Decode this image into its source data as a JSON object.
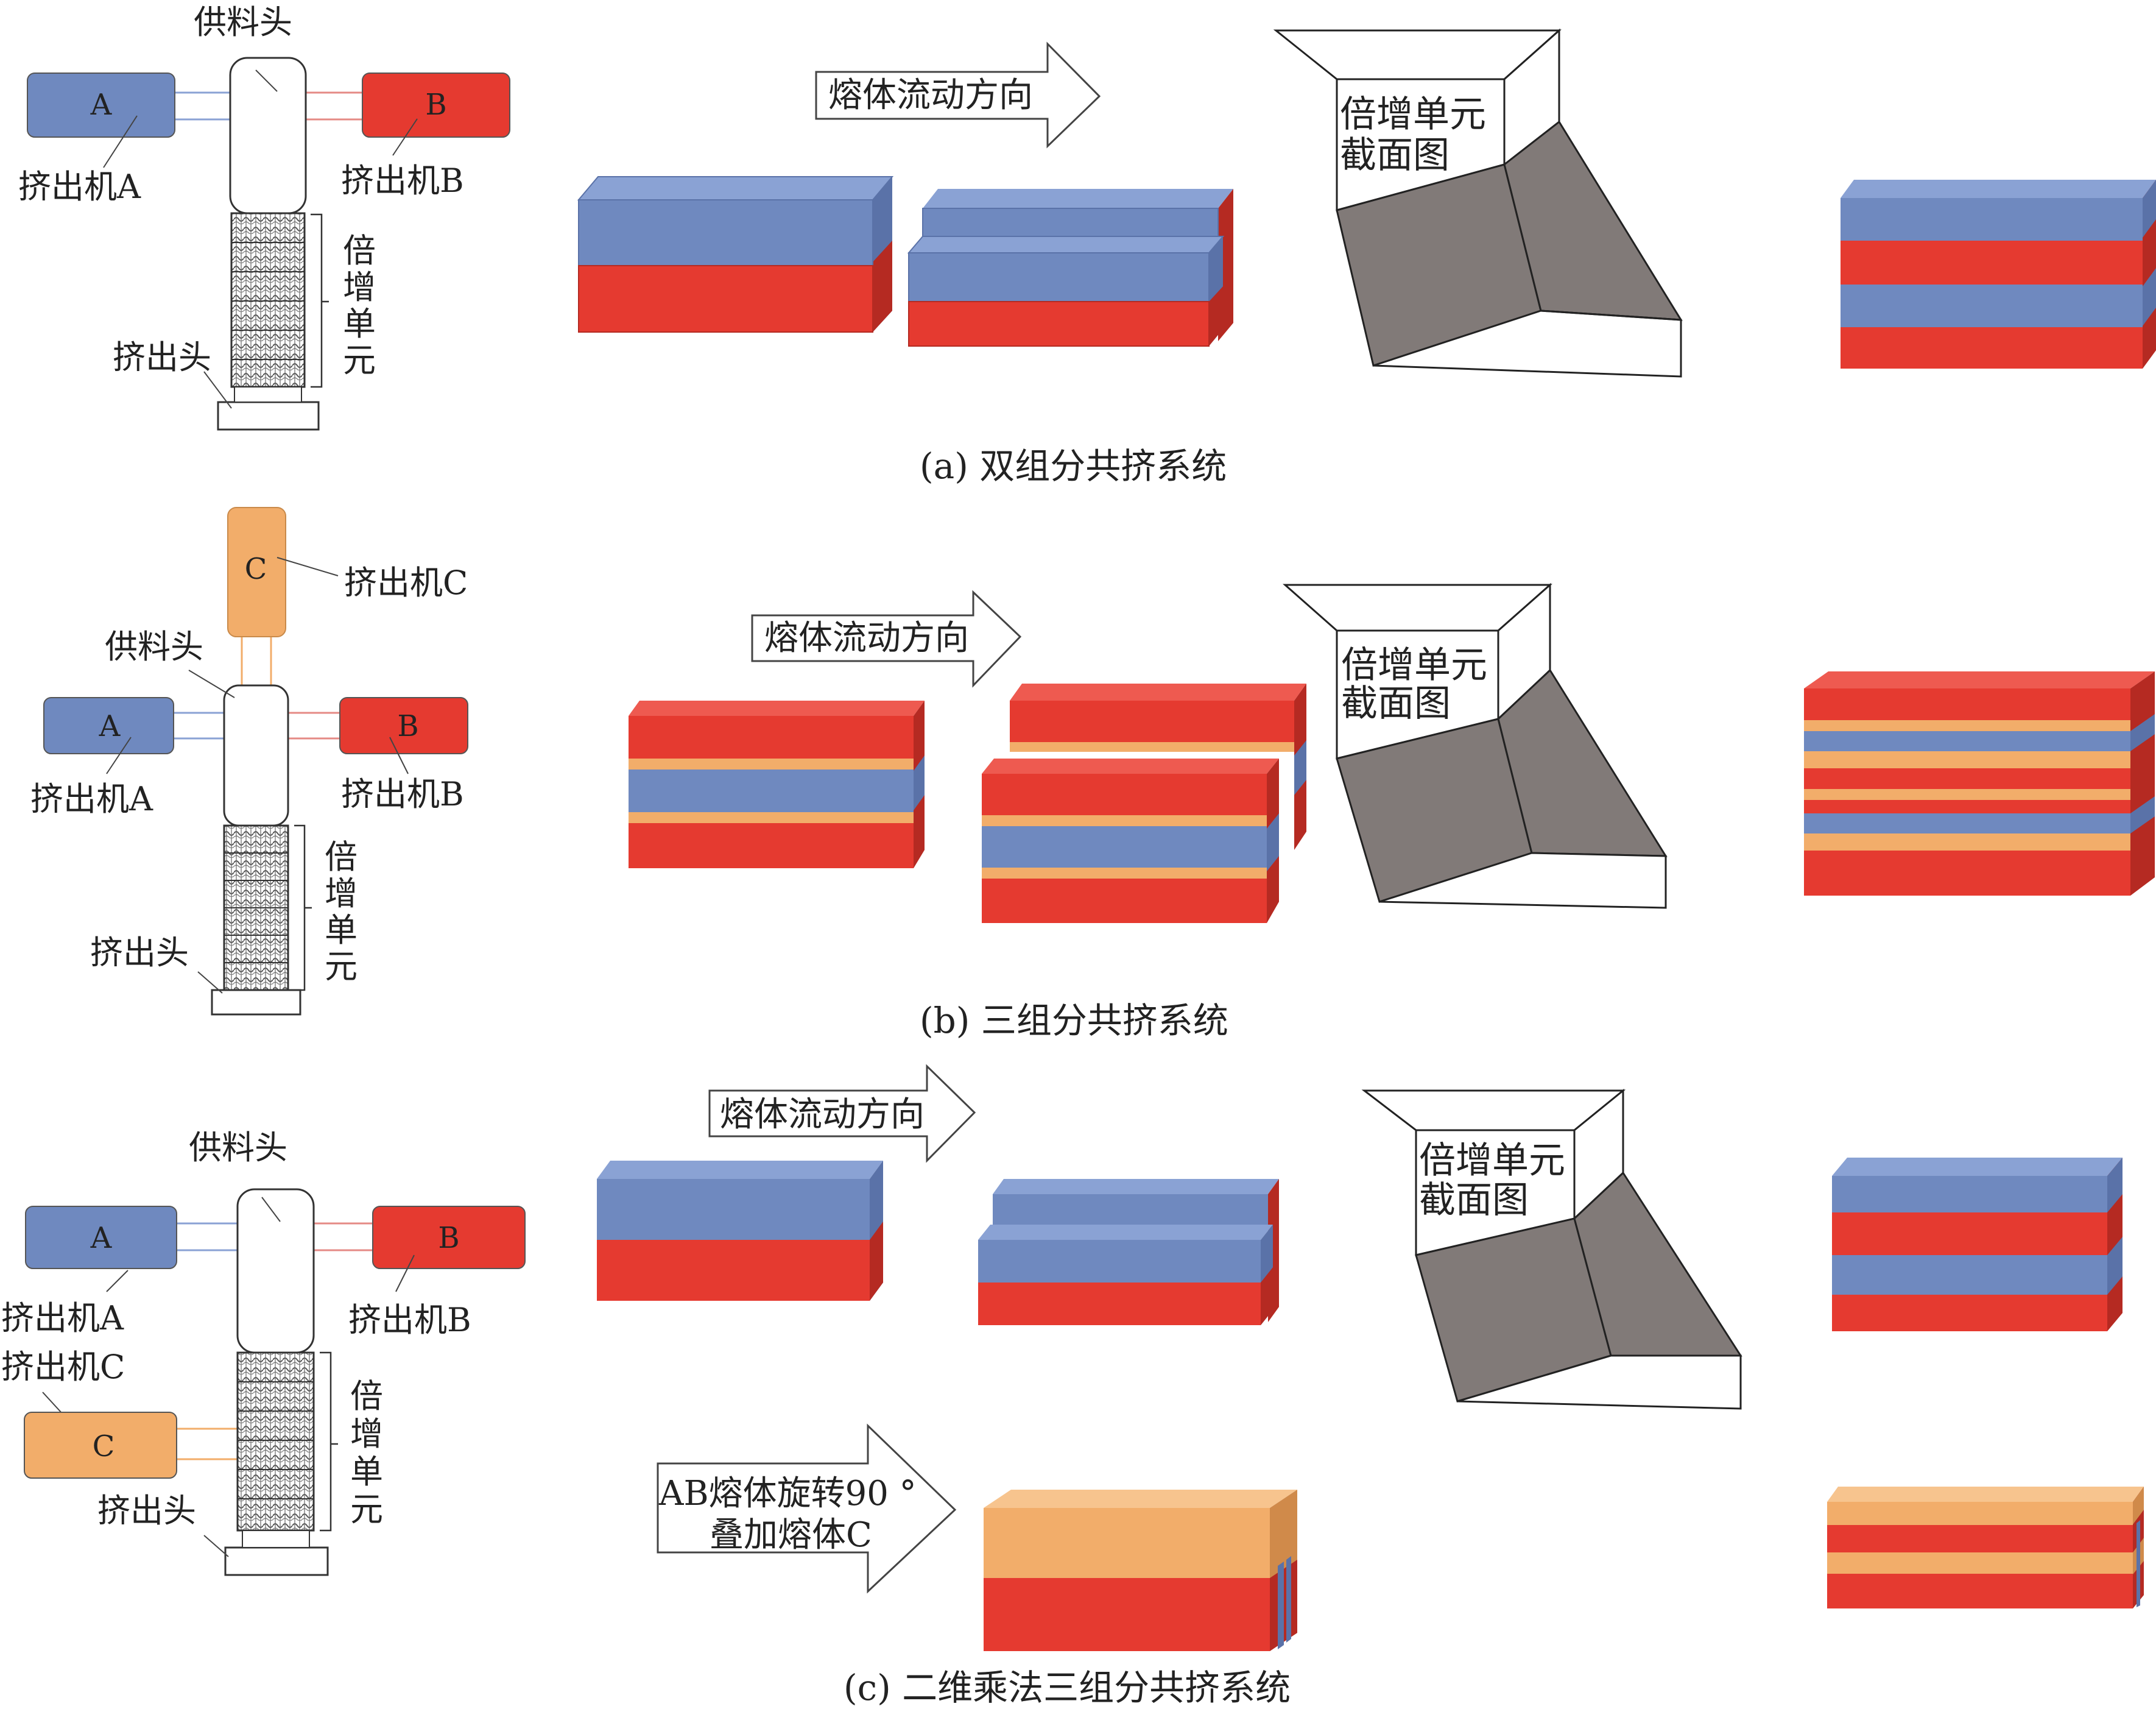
{
  "colors": {
    "blue": "#6f89bf",
    "blue_top": "#8aa2d4",
    "blue_side": "#5a72a8",
    "red": "#e53a30",
    "red_side": "#b52a22",
    "orange": "#f2ad6a",
    "orange_top": "#f7c48e",
    "orange_side": "#d08a4a",
    "gray": "#817a78",
    "outline": "#222222"
  },
  "labels": {
    "extruder_a_short": "A",
    "extruder_b_short": "B",
    "extruder_c_short": "C",
    "extruder_a": "挤出机A",
    "extruder_b": "挤出机B",
    "extruder_c": "挤出机C",
    "feedblock": "供料头",
    "die": "挤出头",
    "multiplier_chars": [
      "倍",
      "增",
      "单",
      "元"
    ],
    "flow_direction": "熔体流动方向",
    "cross_section_line1": "倍增单元",
    "cross_section_line2": "截面图",
    "rotate_line1": "AB熔体旋转90 °",
    "rotate_line2": "叠加熔体C"
  },
  "captions": {
    "a": "(a) 双组分共挤系统",
    "b": "(b) 三组分共挤系统",
    "c": "(c) 二维乘法三组分共挤系统"
  }
}
